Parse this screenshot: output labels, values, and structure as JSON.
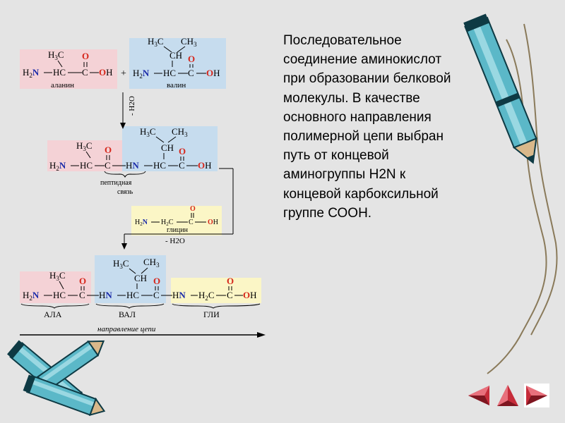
{
  "text": {
    "lines": [
      "Последовательное",
      "соединение  аминокислот",
      "при образовании белковой",
      "молекулы. В качестве",
      "основного направления",
      "полимерной цепи выбран",
      "путь от концевой",
      "аминогруппы H2N к",
      "концевой карбоксильной",
      "группе СООН."
    ]
  },
  "diagram": {
    "alanine_label": "аланин",
    "valine_label": "валин",
    "glycine_label": "глицин",
    "peptide_bond_label_1": "пептидная",
    "peptide_bond_label_2": "связь",
    "water_1": "- H2O",
    "water_2": "- H2O",
    "plus": "+",
    "ala_abbr": "АЛА",
    "val_abbr": "ВАЛ",
    "gly_abbr": "ГЛИ",
    "chain_direction": "направление цепи"
  },
  "colors": {
    "background": "#e4e4e4",
    "alanine_box": "#f4d2d6",
    "valine_box": "#c6dcee",
    "glycine_box": "#fbf6c6",
    "hetero_atom": "#d6261b",
    "nitrogen": "#1a2aa8",
    "pencil": "#5bb8c8"
  },
  "navigation": {
    "prev_icon": "arrow-left-icon",
    "up_icon": "arrow-up-icon",
    "next_icon": "arrow-right-icon"
  }
}
